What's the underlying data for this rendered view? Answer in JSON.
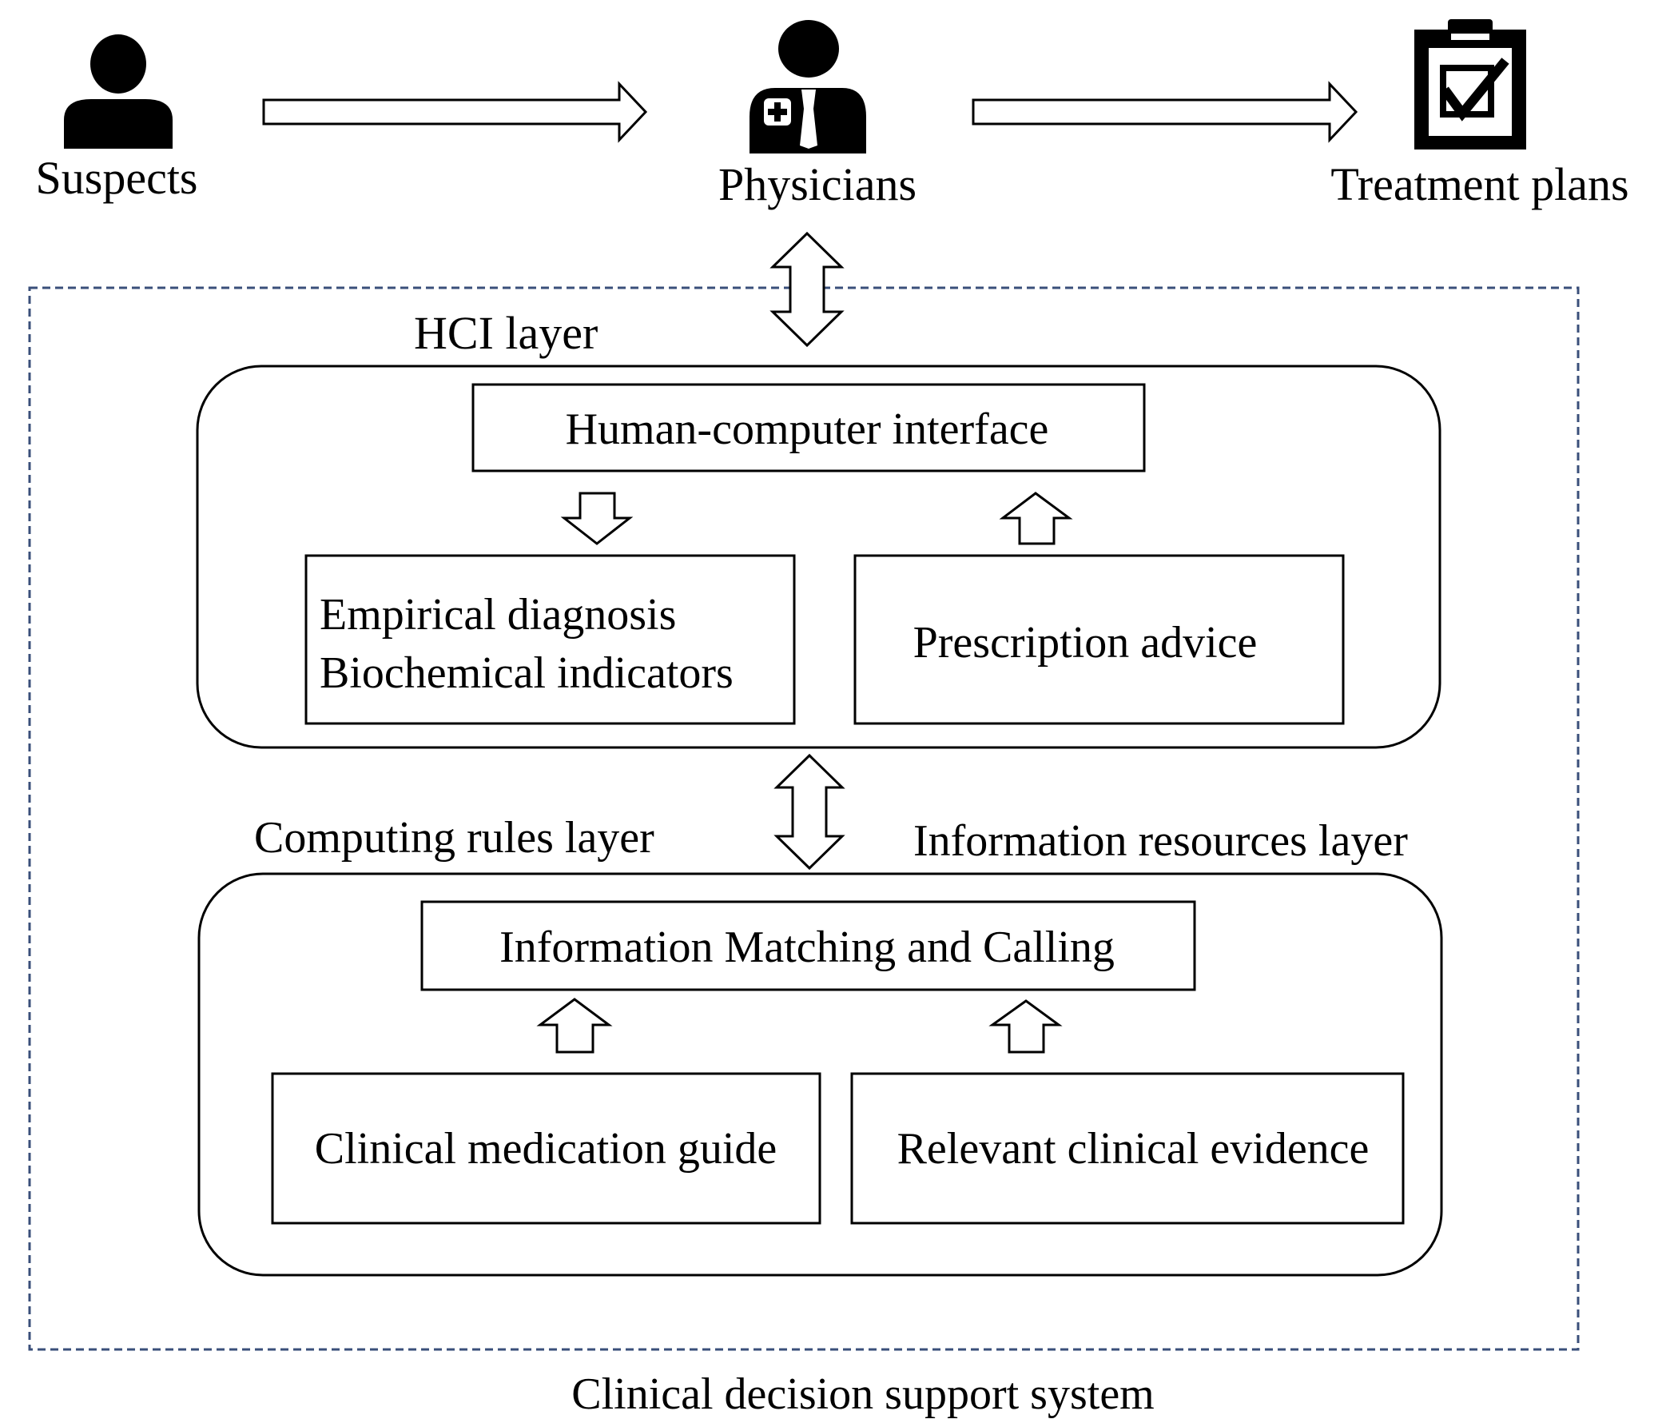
{
  "actors": {
    "suspects": {
      "label": "Suspects",
      "icon": "person-icon"
    },
    "physicians": {
      "label": "Physicians",
      "icon": "physician-icon"
    },
    "treatment": {
      "label": "Treatment plans",
      "icon": "clipboard-check-icon"
    }
  },
  "system": {
    "title": "Clinical decision support system",
    "border_color": "#3a4f7a"
  },
  "hci_layer": {
    "label": "HCI layer",
    "interface": "Human-computer interface",
    "inputs_line1": "Empirical diagnosis",
    "inputs_line2": "Biochemical indicators",
    "output": "Prescription advice"
  },
  "lower_layer": {
    "left_label": "Computing rules layer",
    "right_label": "Information resources layer",
    "matching": "Information Matching and Calling",
    "source_left": "Clinical medication guide",
    "source_right": "Relevant clinical evidence"
  }
}
